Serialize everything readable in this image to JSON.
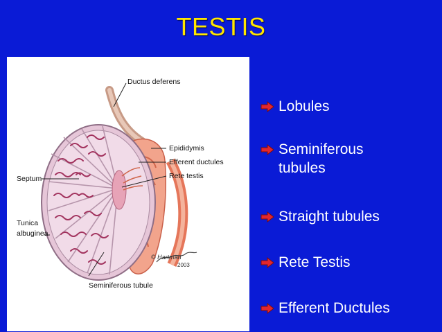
{
  "slide": {
    "title": "TESTIS",
    "accent_color": "#ffe600",
    "background_color": "#0a1bd6"
  },
  "figure": {
    "labels": {
      "ductus_deferens": "Ductus deferens",
      "epididymis": "Epididymis",
      "efferent_ductules": "Efferent ductules",
      "rete_testis": "Rete testis",
      "septum": "Septum",
      "tunica_line1": "Tunica",
      "tunica_line2": "albuginea",
      "seminiferous_tubule": "Seminiferous tubule",
      "signature": "© Hartman",
      "year": "2003"
    }
  },
  "bullets": [
    {
      "line1": "Lobules",
      "line2": ""
    },
    {
      "line1": "Seminiferous",
      "line2": "tubules"
    },
    {
      "line1": "Straight tubules",
      "line2": ""
    },
    {
      "line1": "Rete Testis",
      "line2": ""
    },
    {
      "line1": "Efferent Ductules",
      "line2": ""
    }
  ],
  "bullet_icon": "red-arrow-icon"
}
